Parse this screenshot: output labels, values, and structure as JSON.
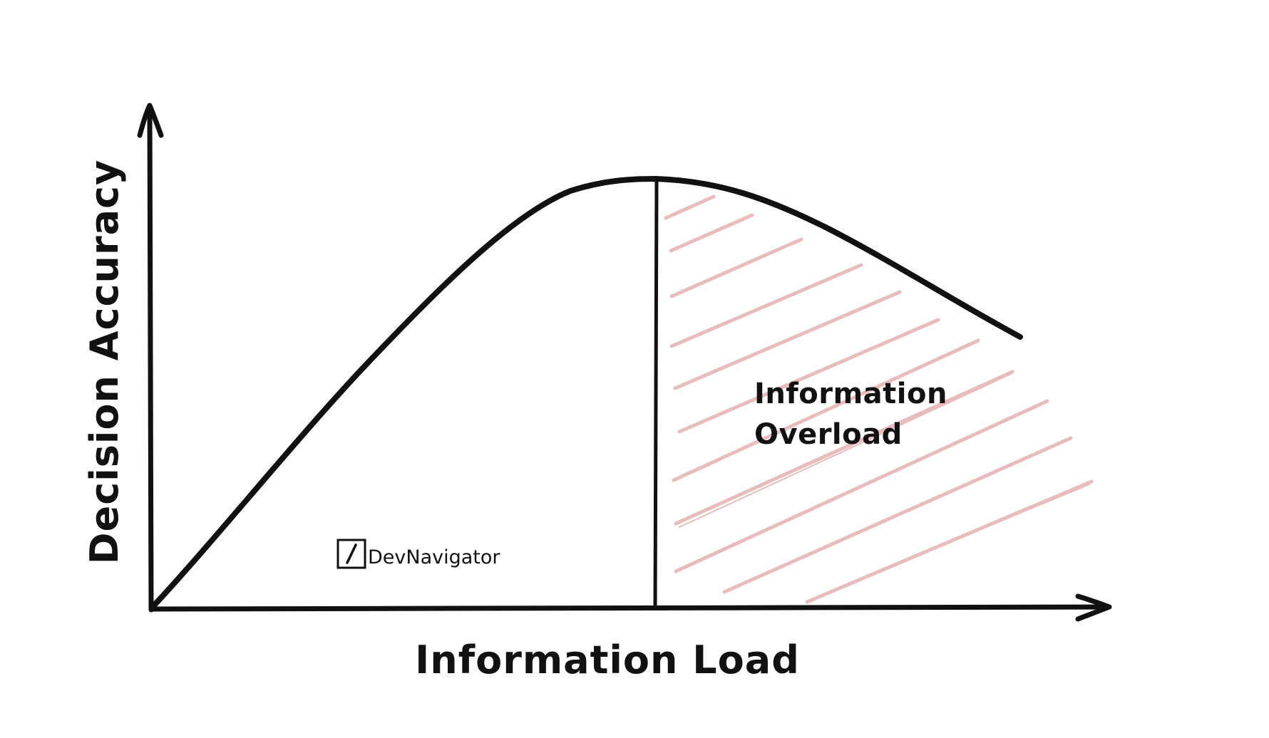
{
  "diagram": {
    "x_axis_label": "Information Load",
    "y_axis_label": "Decision Accuracy",
    "region_label_line1": "Information",
    "region_label_line2": "Overload",
    "watermark": {
      "icon": "slash-box-icon",
      "icon_glyph": "/",
      "text": "DevNavigator"
    },
    "colors": {
      "ink": "#111111",
      "hatch": "#e8bcbc",
      "background": "#ffffff"
    }
  },
  "chart_data": {
    "type": "line",
    "title": "",
    "xlabel": "Information Load",
    "ylabel": "Decision Accuracy",
    "x": [
      0,
      0.1,
      0.2,
      0.3,
      0.4,
      0.5,
      0.55,
      0.6,
      0.7,
      0.8,
      0.85
    ],
    "series": [
      {
        "name": "Decision Accuracy",
        "values": [
          0,
          0.24,
          0.47,
          0.68,
          0.86,
          1.0,
          0.98,
          0.93,
          0.78,
          0.6,
          0.52
        ]
      }
    ],
    "annotations": [
      {
        "text": "Information Overload",
        "region": "hatched area right of peak (x > 0.5)"
      },
      {
        "text": "vertical line at peak",
        "x": 0.5
      }
    ],
    "axis_ticks": "none",
    "grid": false,
    "legend": "none"
  }
}
